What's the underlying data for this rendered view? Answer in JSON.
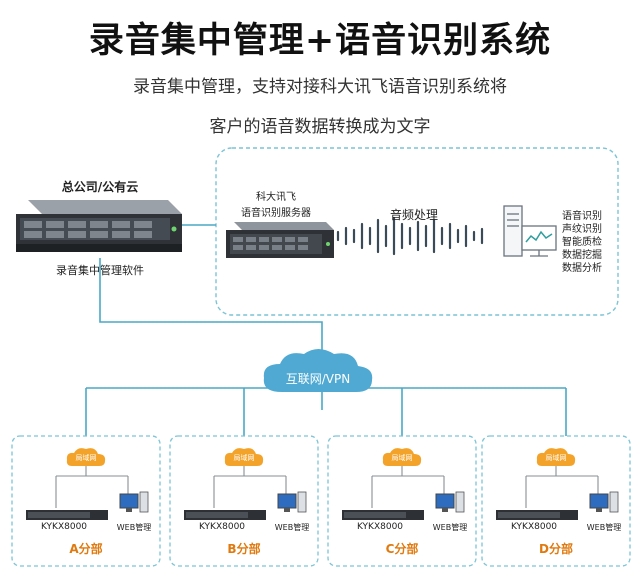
{
  "header": {
    "title": "录音集中管理+语音识别系统",
    "subtitle_line1": "录音集中管理，支持对接科大讯飞语音识别系统将",
    "subtitle_line2": "客户的语音数据转换成为文字"
  },
  "hq": {
    "label": "总公司/公有云",
    "server_caption": "录音集中管理软件"
  },
  "asr": {
    "server_label_line1": "科大讯飞",
    "server_label_line2": "语音识别服务器",
    "audio_label": "音频处理",
    "features": [
      "语音识别",
      "声纹识别",
      "智能质检",
      "数据挖掘",
      "数据分析"
    ]
  },
  "network": {
    "cloud_label": "互联网/VPN"
  },
  "branches": [
    {
      "lan_label": "局域网",
      "device_label": "KYKX8000",
      "web_label": "WEB管理",
      "name": "A分部"
    },
    {
      "lan_label": "局域网",
      "device_label": "KYKX8000",
      "web_label": "WEB管理",
      "name": "B分部"
    },
    {
      "lan_label": "局域网",
      "device_label": "KYKX8000",
      "web_label": "WEB管理",
      "name": "C分部"
    },
    {
      "lan_label": "局域网",
      "device_label": "KYKX8000",
      "web_label": "WEB管理",
      "name": "D分部"
    }
  ],
  "colors": {
    "line": "#4aa8c7",
    "dashed_border": "#7cc4d6",
    "cloud": "#4fa9d2",
    "lan_cloud": "#f4a32a",
    "branch_name": "#e07a10"
  }
}
